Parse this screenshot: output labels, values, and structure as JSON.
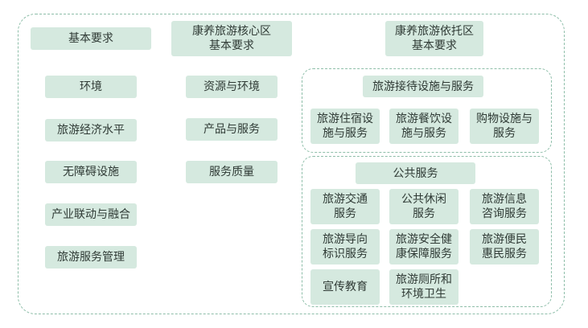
{
  "col1": {
    "header": "基本要求",
    "items": [
      "环境",
      "旅游经济水平",
      "无障碍设施",
      "产业联动与融合",
      "旅游服务管理"
    ]
  },
  "col2": {
    "header_line1": "康养旅游核心区",
    "header_line2": "基本要求",
    "items": [
      "资源与环境",
      "产品与服务",
      "服务质量"
    ]
  },
  "col3": {
    "header_line1": "康养旅游依托区",
    "header_line2": "基本要求",
    "group1": {
      "title": "旅游接待设施与服务",
      "items": [
        {
          "l1": "旅游住宿设",
          "l2": "施与服务"
        },
        {
          "l1": "旅游餐饮设",
          "l2": "施与服务"
        },
        {
          "l1": "购物设施与",
          "l2": "服务"
        }
      ]
    },
    "group2": {
      "title": "公共服务",
      "items": [
        {
          "l1": "旅游交通",
          "l2": "服务"
        },
        {
          "l1": "公共休闲",
          "l2": "服务"
        },
        {
          "l1": "旅游信息",
          "l2": "咨询服务"
        },
        {
          "l1": "旅游导向",
          "l2": "标识服务"
        },
        {
          "l1": "旅游安全健",
          "l2": "康保障服务"
        },
        {
          "l1": "旅游便民",
          "l2": "惠民服务"
        },
        {
          "l1": "宣传教育",
          "l2": ""
        },
        {
          "l1": "旅游厕所和",
          "l2": "环境卫生"
        }
      ]
    }
  }
}
